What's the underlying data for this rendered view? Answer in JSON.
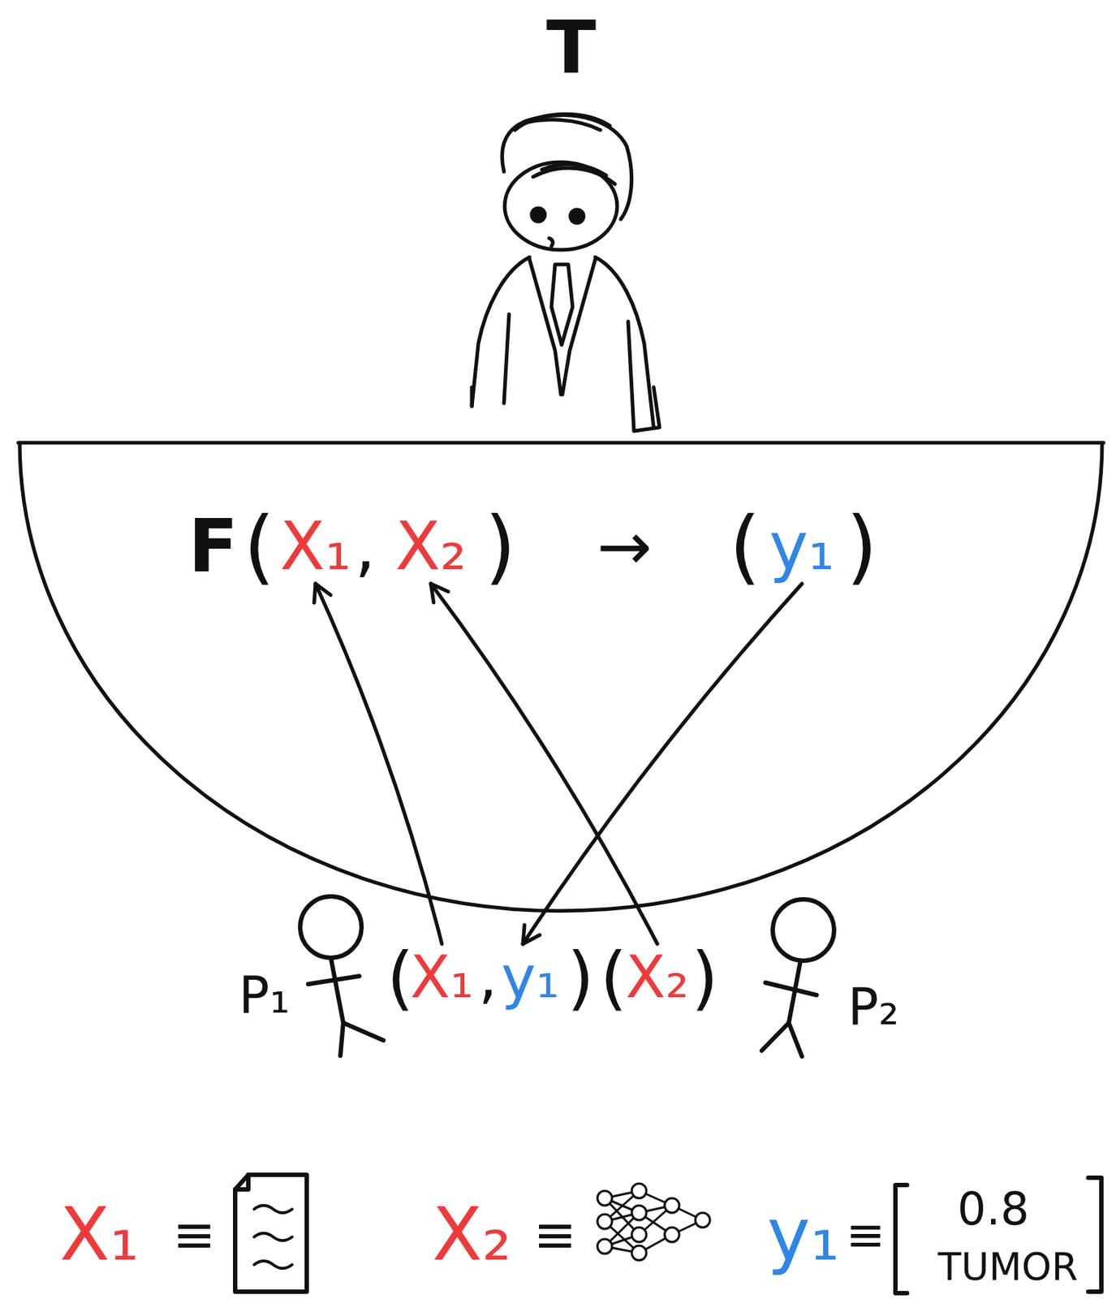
{
  "diagram": {
    "nodes": [
      {
        "text": [
          "F"
        ]
      },
      {
        "text": [
          "X₁"
        ],
        "in": 0
      },
      {
        "text": [
          "X₂"
        ],
        "in": 0
      },
      {
        "text": [
          "y₁"
        ],
        "in": 0
      },
      {
        "text": [
          "X₁"
        ]
      },
      {
        "text": [
          "y₁"
        ]
      },
      {
        "text": [
          "X₂"
        ]
      }
    ],
    "edges": [
      {
        "from": 4,
        "to": 1,
        "arrow": "to"
      },
      {
        "from": 6,
        "to": 2,
        "arrow": "to"
      },
      {
        "from": 3,
        "to": 5,
        "arrow": "to"
      }
    ],
    "labels": [
      "T",
      "(",
      ",",
      ")",
      "→",
      "(",
      ")",
      "P₁",
      "(",
      ",",
      ")",
      "(",
      ")",
      "P₂",
      "X₁",
      "≡",
      "X₂",
      "≡",
      "y₁",
      "≡",
      "0.8",
      "TUMOR"
    ]
  }
}
